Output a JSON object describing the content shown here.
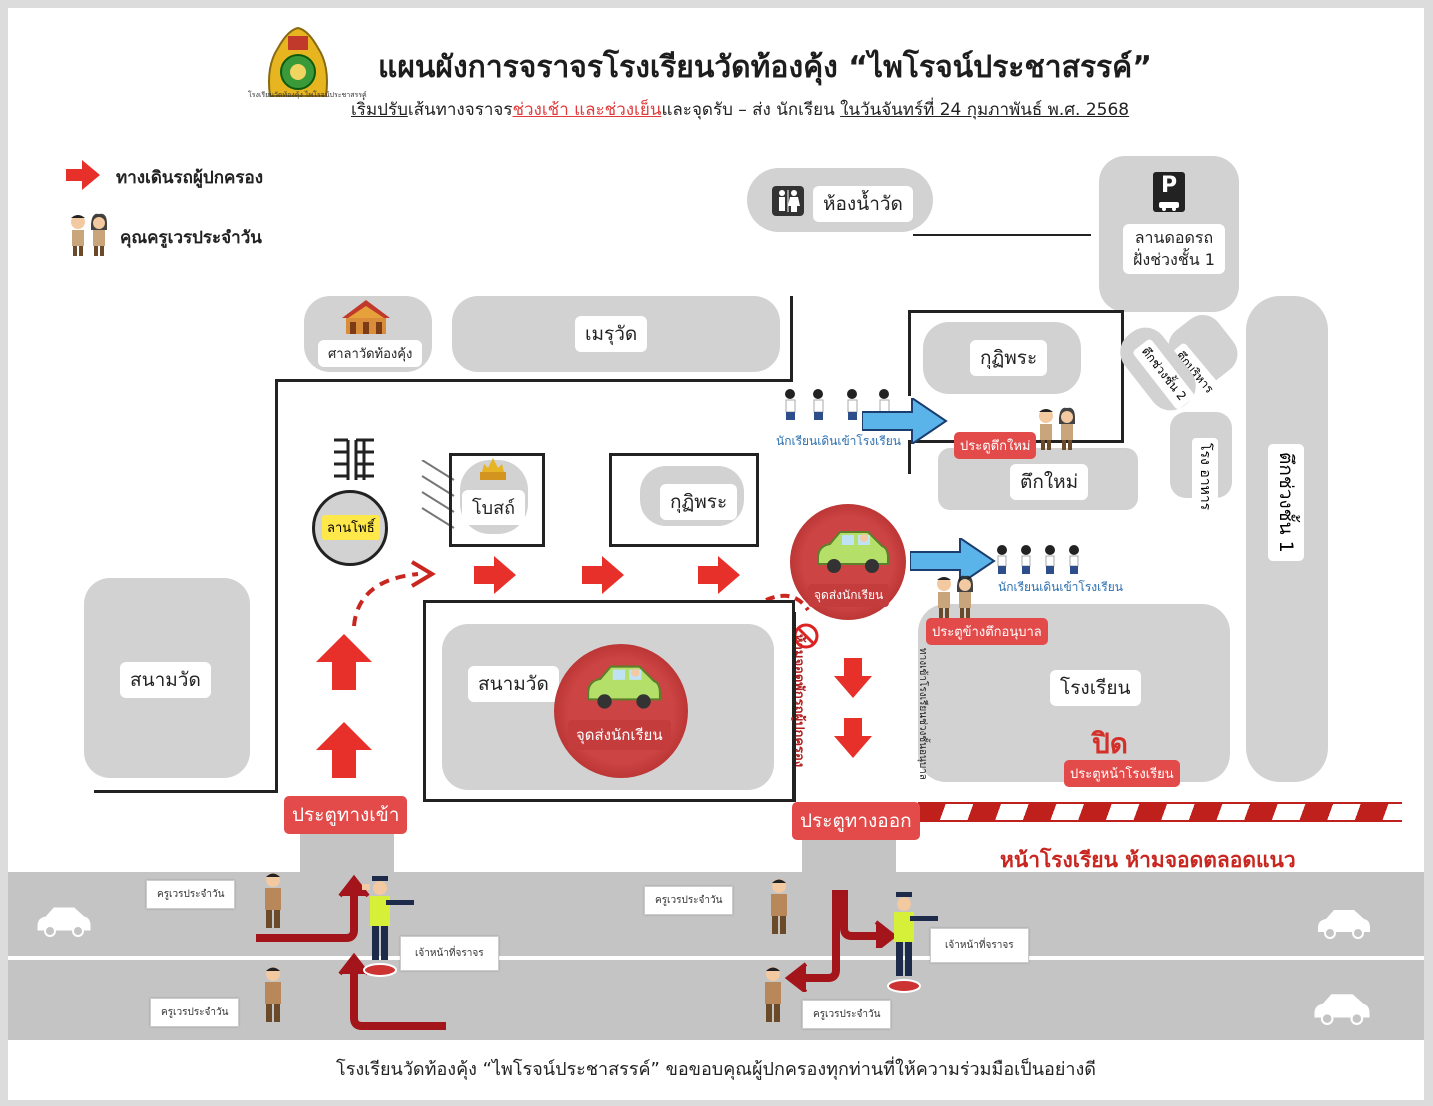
{
  "header": {
    "title": "แผนผังการจราจรโรงเรียนวัดท้องคุ้ง “ไพโรจน์ประชาสรรค์”",
    "subtitle_part1": "เริ่มปรับ",
    "subtitle_part2": "เส้นทางจราจร",
    "subtitle_part3": "ช่วงเช้า และช่วงเย็น",
    "subtitle_part4": "และจุดรับ – ส่ง นักเรียน ",
    "subtitle_part5": "ในวันจันทร์ที่  24 กุมภาพันธ์ พ.ศ. 2568",
    "logo_text": "โรงเรียนวัดท้องคุ้ง ไพโรจน์ประชาสรรค์"
  },
  "legend": {
    "arrow_label": "ทางเดินรถผู้ปกครอง",
    "teacher_label": "คุณครูเวรประจำวัน"
  },
  "places": {
    "toilet": "ห้องน้ำวัด",
    "parking": "ลานดอดรถ\nฝั่งช่วงชั้น 1",
    "parking_icon": "P",
    "sala": "ศาลาวัดท้องคุ้ง",
    "meru": "เมรุวัด",
    "kuti_top": "กุฏิพระ",
    "kuti_mid": "กุฏิพระ",
    "admin_bldg": "ตึกบริหาร",
    "bldg_level2": "ตึกช่วงชั้น 2",
    "canteen": "โรง อาหาร",
    "bldg_level1": "ตึกช่วงชั้น 1",
    "new_bldg": "ตึกใหม่",
    "bodhi_yard": "ลานโพธิ์",
    "ubosot": "โบสถ์",
    "field_left": "สนามวัด",
    "field_center": "สนามวัด",
    "school": "โรงเรียน",
    "closed": "ปิด"
  },
  "labels": {
    "students_walk_1": "นักเรียนเดินเข้าโรงเรียน",
    "students_walk_2": "นักเรียนเดินเข้าโรงเรียน",
    "new_bldg_gate": "ประตูตึกใหม่",
    "kinder_gate": "ประตูข้างตึกอนุบาล",
    "front_gate": "ประตูหน้าโรงเรียน",
    "dropoff_1": "จุดส่งนักเรียน",
    "dropoff_2": "จุดส่งนักเรียน",
    "no_parking_vertical": "ห้ามจอดพักรถผู้ปกครอง",
    "kinder_path": "ทางเข้าโรงเรียนช่วงชั้นอนุบาล",
    "entrance_gate": "ประตูทางเข้า",
    "exit_gate": "ประตูทางออก",
    "no_parking_front": "หน้าโรงเรียน ห้ามจอดตลอดแนว"
  },
  "road_signs": {
    "teacher_1": "ครูเวรประจำวัน",
    "teacher_2": "ครูเวรประจำวัน",
    "teacher_3": "ครูเวรประจำวัน",
    "teacher_4": "ครูเวรประจำวัน",
    "officer_1": "เจ้าหน้าที่จราจร",
    "officer_2": "เจ้าหน้าที่จราจร"
  },
  "footer": "โรงเรียนวัดท้องคุ้ง “ไพโรจน์ประชาสรรค์” ขอขอบคุณผู้ปกครองทุกท่านที่ให้ความร่วมมือเป็นอย่างดี",
  "colors": {
    "route_red": "#e8302b",
    "label_red": "#e34a4a",
    "walk_blue": "#5ab4ea",
    "block_gray": "#d2d2d2",
    "road_gray": "#c4c4c4",
    "dark_red_arrow": "#a3141b"
  },
  "icons": {
    "route_arrow": "red-arrow-icon",
    "teacher": "teacher-pair-icon",
    "car": "car-icon",
    "officer": "traffic-officer-icon",
    "toilet": "toilet-icon",
    "parking": "parking-icon"
  }
}
